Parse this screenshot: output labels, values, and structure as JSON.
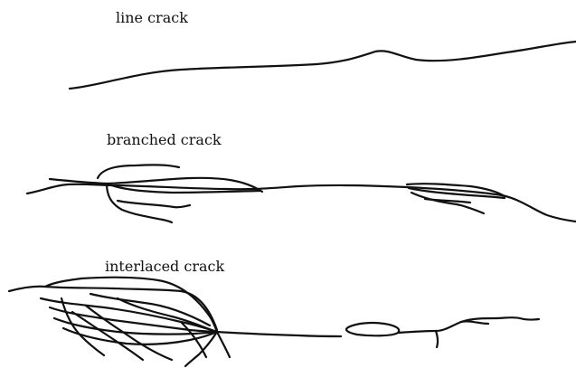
{
  "labels": {
    "line": "line crack",
    "branched": "branched crack",
    "interlaced": "interlaced crack"
  }
}
